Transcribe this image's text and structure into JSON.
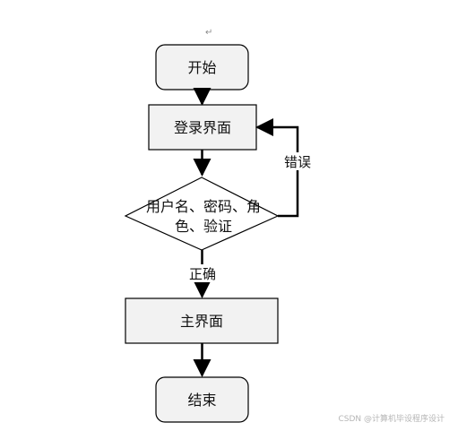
{
  "nodes": {
    "start": "开始",
    "login": "登录界面",
    "decision_line1": "用户名、密码、角",
    "decision_line2": "色、验证",
    "main": "主界面",
    "end": "结束"
  },
  "edges": {
    "error_label": "错误",
    "correct_label": "正确"
  },
  "marks": {
    "paragraph_mark": "↵"
  },
  "watermark": "CSDN @计算机毕设程序设计",
  "colors": {
    "start_end_fill": "#f2f2f2",
    "process_fill": "#f2f2f2",
    "decision_fill": "#ffffff",
    "stroke": "#000000"
  }
}
